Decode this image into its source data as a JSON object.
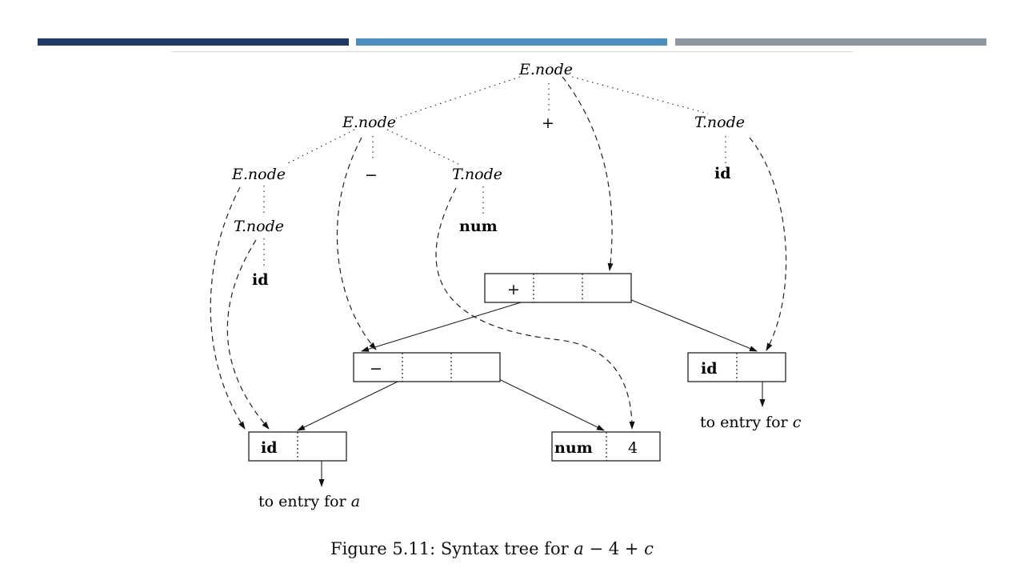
{
  "colors": {
    "bar1": "#1f3864",
    "bar2": "#4a8fbf",
    "bar3": "#8e969e"
  },
  "parse_tree": {
    "root": "E.node",
    "plus_sym": "+",
    "e_left": "E.node",
    "t_right": "T.node",
    "id_c": "id",
    "e_left_left": "E.node",
    "minus_sym": "−",
    "t_mid": "T.node",
    "t_left": "T.node",
    "num_leaf": "num",
    "id_a": "id"
  },
  "syntax_tree": {
    "plus_node": "+",
    "minus_node": "−",
    "leaf_id_c": "id",
    "leaf_id_a": "id",
    "leaf_num_tag": "num",
    "leaf_num_val": "4",
    "entry_c": "to entry for",
    "entry_c_var": "c",
    "entry_a": "to entry for",
    "entry_a_var": "a"
  },
  "caption": {
    "prefix": "Figure 5.11: Syntax tree for ",
    "a": "a",
    "minus": " − ",
    "four": "4",
    "plus": " + ",
    "c": "c"
  }
}
